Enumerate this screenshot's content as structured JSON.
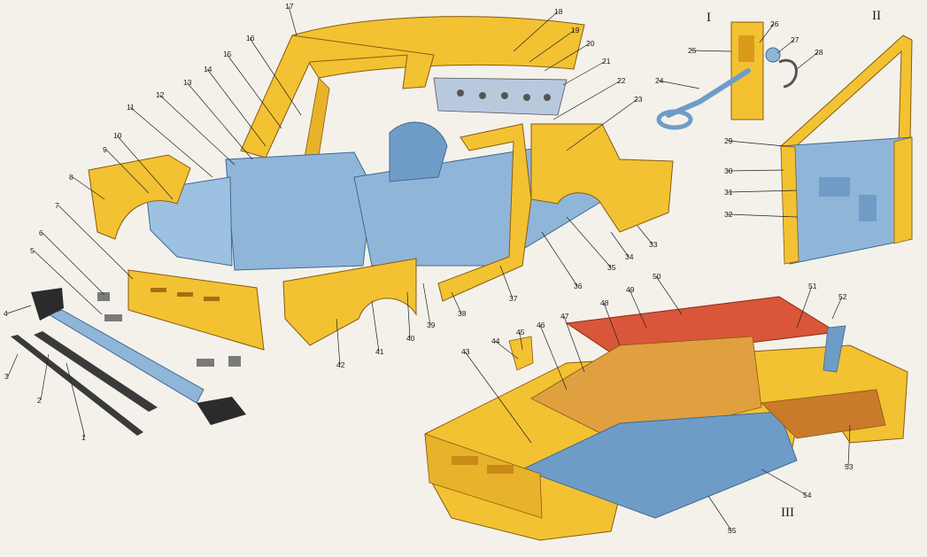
{
  "diagram": {
    "section_labels": [
      "I",
      "II",
      "III"
    ],
    "callouts": [
      "1",
      "2",
      "3",
      "4",
      "5",
      "6",
      "7",
      "8",
      "9",
      "10",
      "11",
      "12",
      "13",
      "14",
      "15",
      "16",
      "17",
      "18",
      "19",
      "20",
      "21",
      "22",
      "23",
      "24",
      "25",
      "26",
      "27",
      "28",
      "29",
      "30",
      "31",
      "32",
      "33",
      "34",
      "35",
      "36",
      "37",
      "38",
      "39",
      "40",
      "41",
      "42",
      "43",
      "44",
      "45",
      "46",
      "47",
      "48",
      "49",
      "50",
      "51",
      "52",
      "53",
      "54",
      "55"
    ],
    "colors": {
      "body_yellow": "#f2c232",
      "body_shadow": "#d99a1c",
      "floor_blue": "#8fb6d8",
      "floor_blue_dark": "#5f88b3",
      "roof_red": "#d9563a",
      "bumper_black": "#2b2b2b",
      "background": "#f3f1ea"
    }
  }
}
